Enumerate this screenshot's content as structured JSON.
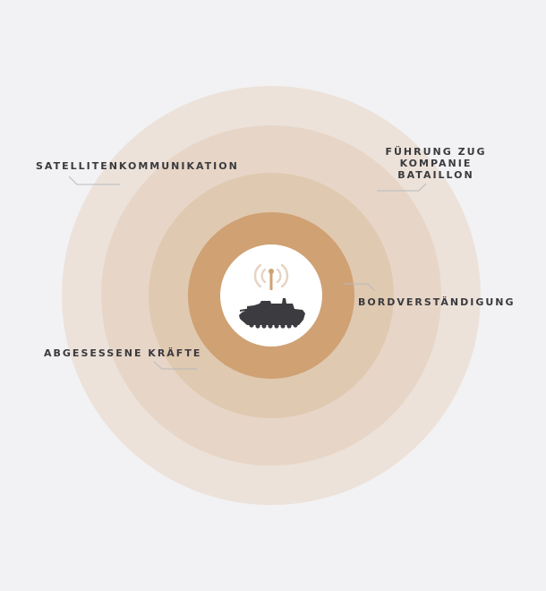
{
  "diagram": {
    "rings": [
      {
        "name": "ring-outer",
        "color": "#ece2da"
      },
      {
        "name": "ring-third",
        "color": "#e7d6c7"
      },
      {
        "name": "ring-second",
        "color": "#e0c9b1"
      },
      {
        "name": "ring-inner",
        "color": "#cfa173"
      }
    ],
    "center_color": "#ffffff",
    "vehicle_color": "#3b3b40",
    "antenna_color": "#cfa173",
    "signal_color": "#e6d3c2",
    "leader_line_color": "#b9b9bc"
  },
  "labels": {
    "satellite": "SATELLITENKOMMUNIKATION",
    "command": [
      "FÜHRUNG ZUG",
      "KOMPANIE",
      "BATAILLON"
    ],
    "onboard": "BORDVERSTÄNDIGUNG",
    "dismounted": "ABGESESSENE KRÄFTE"
  },
  "icons": {
    "center": "armored-vehicle-icon",
    "signal": "radio-signal-icon"
  }
}
